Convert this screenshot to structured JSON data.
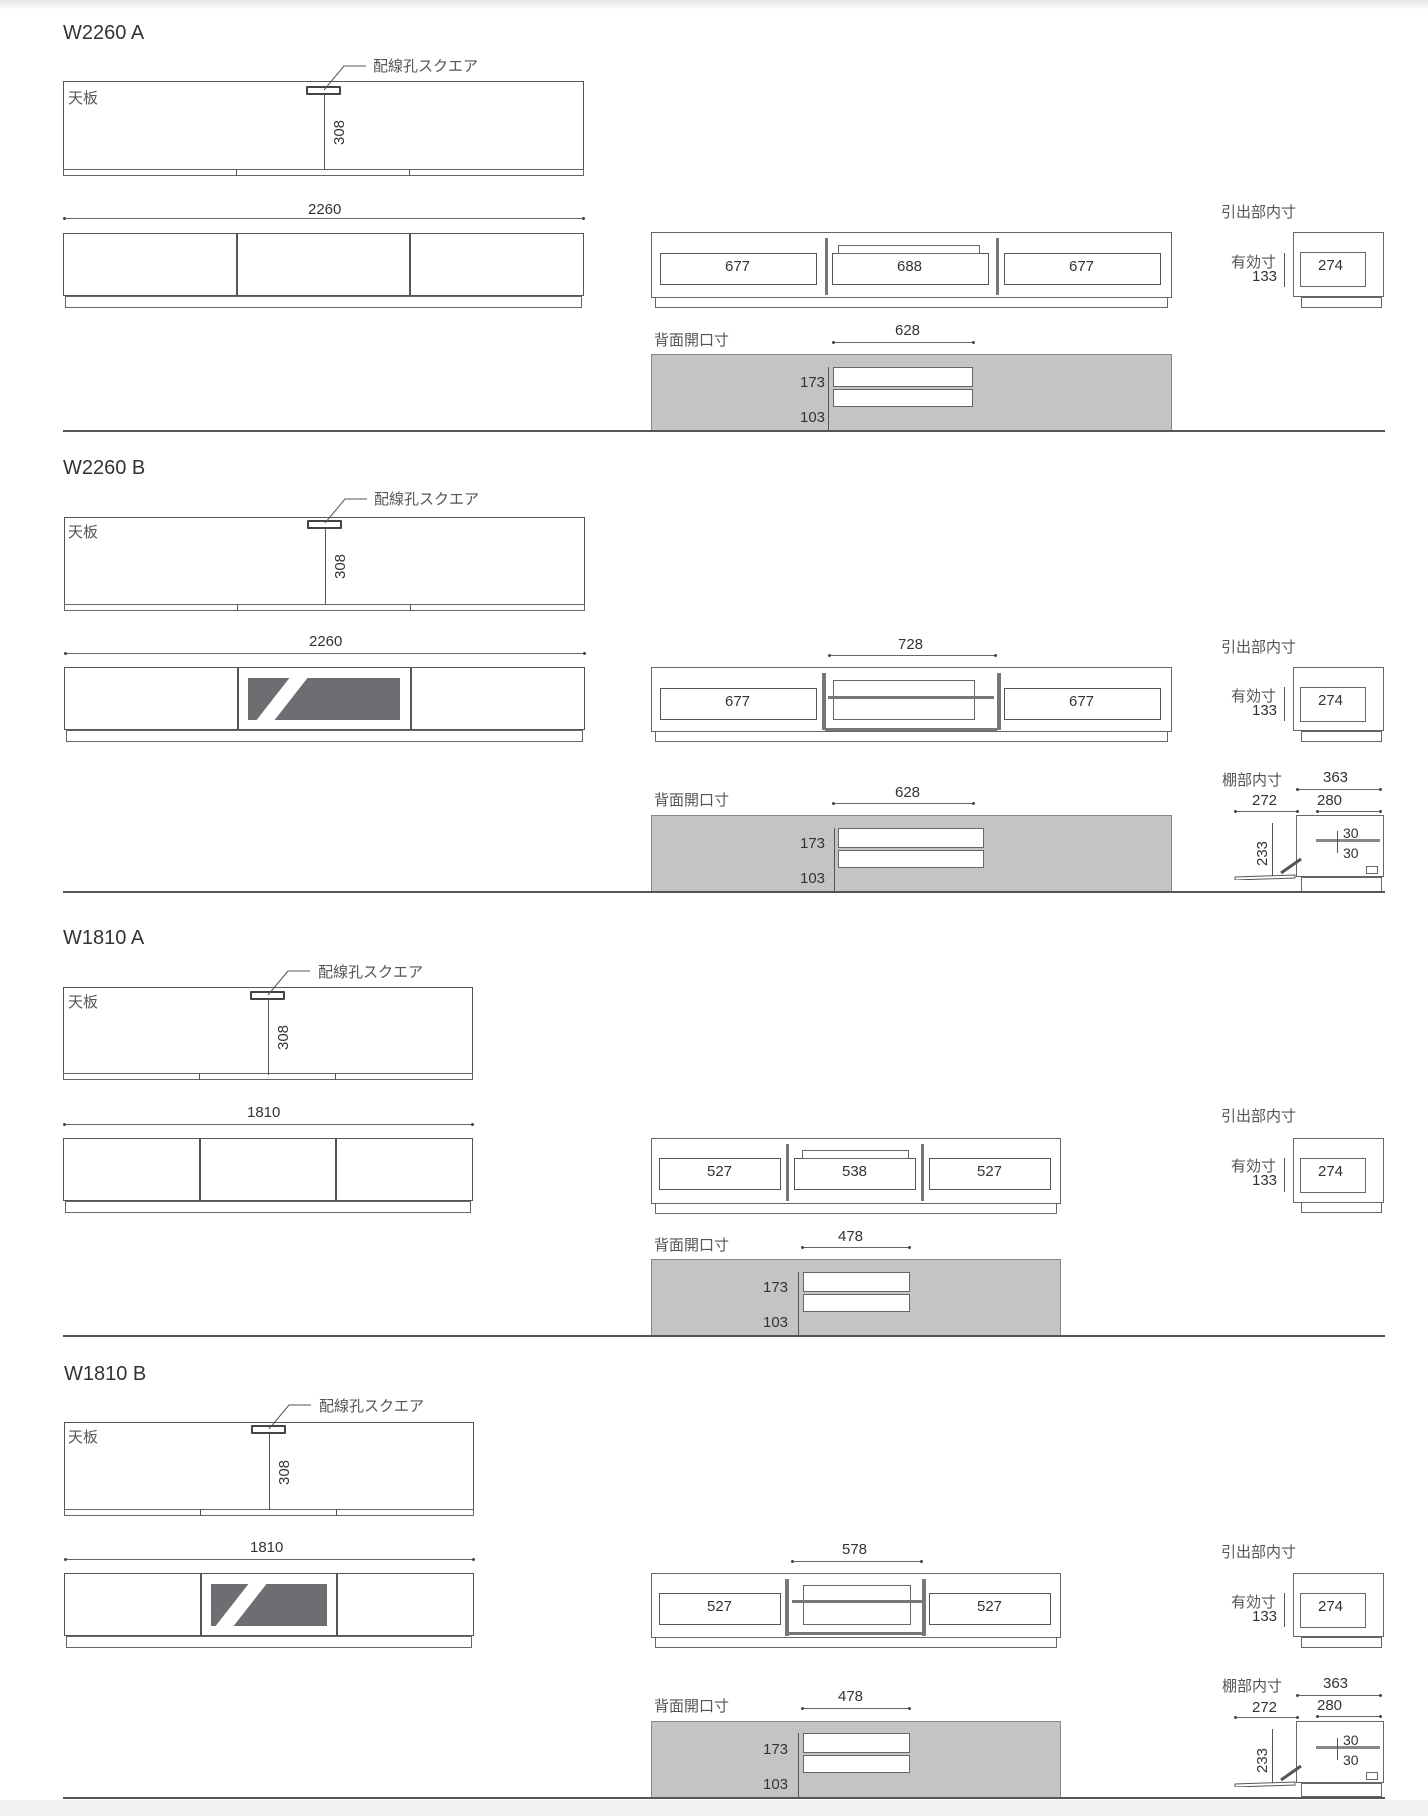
{
  "labels": {
    "top_panel": "天板",
    "wiring_hole": "配線孔スクエア",
    "drawer_inner": "引出部内寸",
    "effective": "有効寸",
    "back_opening": "背面開口寸",
    "shelf_inner": "棚部内寸"
  },
  "colors": {
    "line": "#555555",
    "back_panel": "#c3c4c6",
    "glass": "#6d6e71"
  },
  "sections": [
    {
      "title": "W2260 A",
      "top_depth": "308",
      "width": "2260",
      "drawers": [
        "677",
        "688",
        "677"
      ],
      "drawer_inner_width": "274",
      "drawer_effective_height": "133",
      "back_opening_width": "628",
      "back_opening_height": "173",
      "back_opening_base": "103"
    },
    {
      "title": "W2260 B",
      "top_depth": "308",
      "width": "2260",
      "drawers": [
        "677",
        "677"
      ],
      "center_opening": "728",
      "drawer_inner_width": "274",
      "drawer_effective_height": "133",
      "back_opening_width": "628",
      "back_opening_height": "173",
      "back_opening_base": "103",
      "shelf": {
        "total": "363",
        "door": "272",
        "depth": "280",
        "height": "233",
        "adjust_up": "30",
        "adjust_down": "30"
      }
    },
    {
      "title": "W1810 A",
      "top_depth": "308",
      "width": "1810",
      "drawers": [
        "527",
        "538",
        "527"
      ],
      "drawer_inner_width": "274",
      "drawer_effective_height": "133",
      "back_opening_width": "478",
      "back_opening_height": "173",
      "back_opening_base": "103"
    },
    {
      "title": "W1810 B",
      "top_depth": "308",
      "width": "1810",
      "drawers": [
        "527",
        "527"
      ],
      "center_opening": "578",
      "drawer_inner_width": "274",
      "drawer_effective_height": "133",
      "back_opening_width": "478",
      "back_opening_height": "173",
      "back_opening_base": "103",
      "shelf": {
        "total": "363",
        "door": "272",
        "depth": "280",
        "height": "233",
        "adjust_up": "30",
        "adjust_down": "30"
      }
    }
  ]
}
